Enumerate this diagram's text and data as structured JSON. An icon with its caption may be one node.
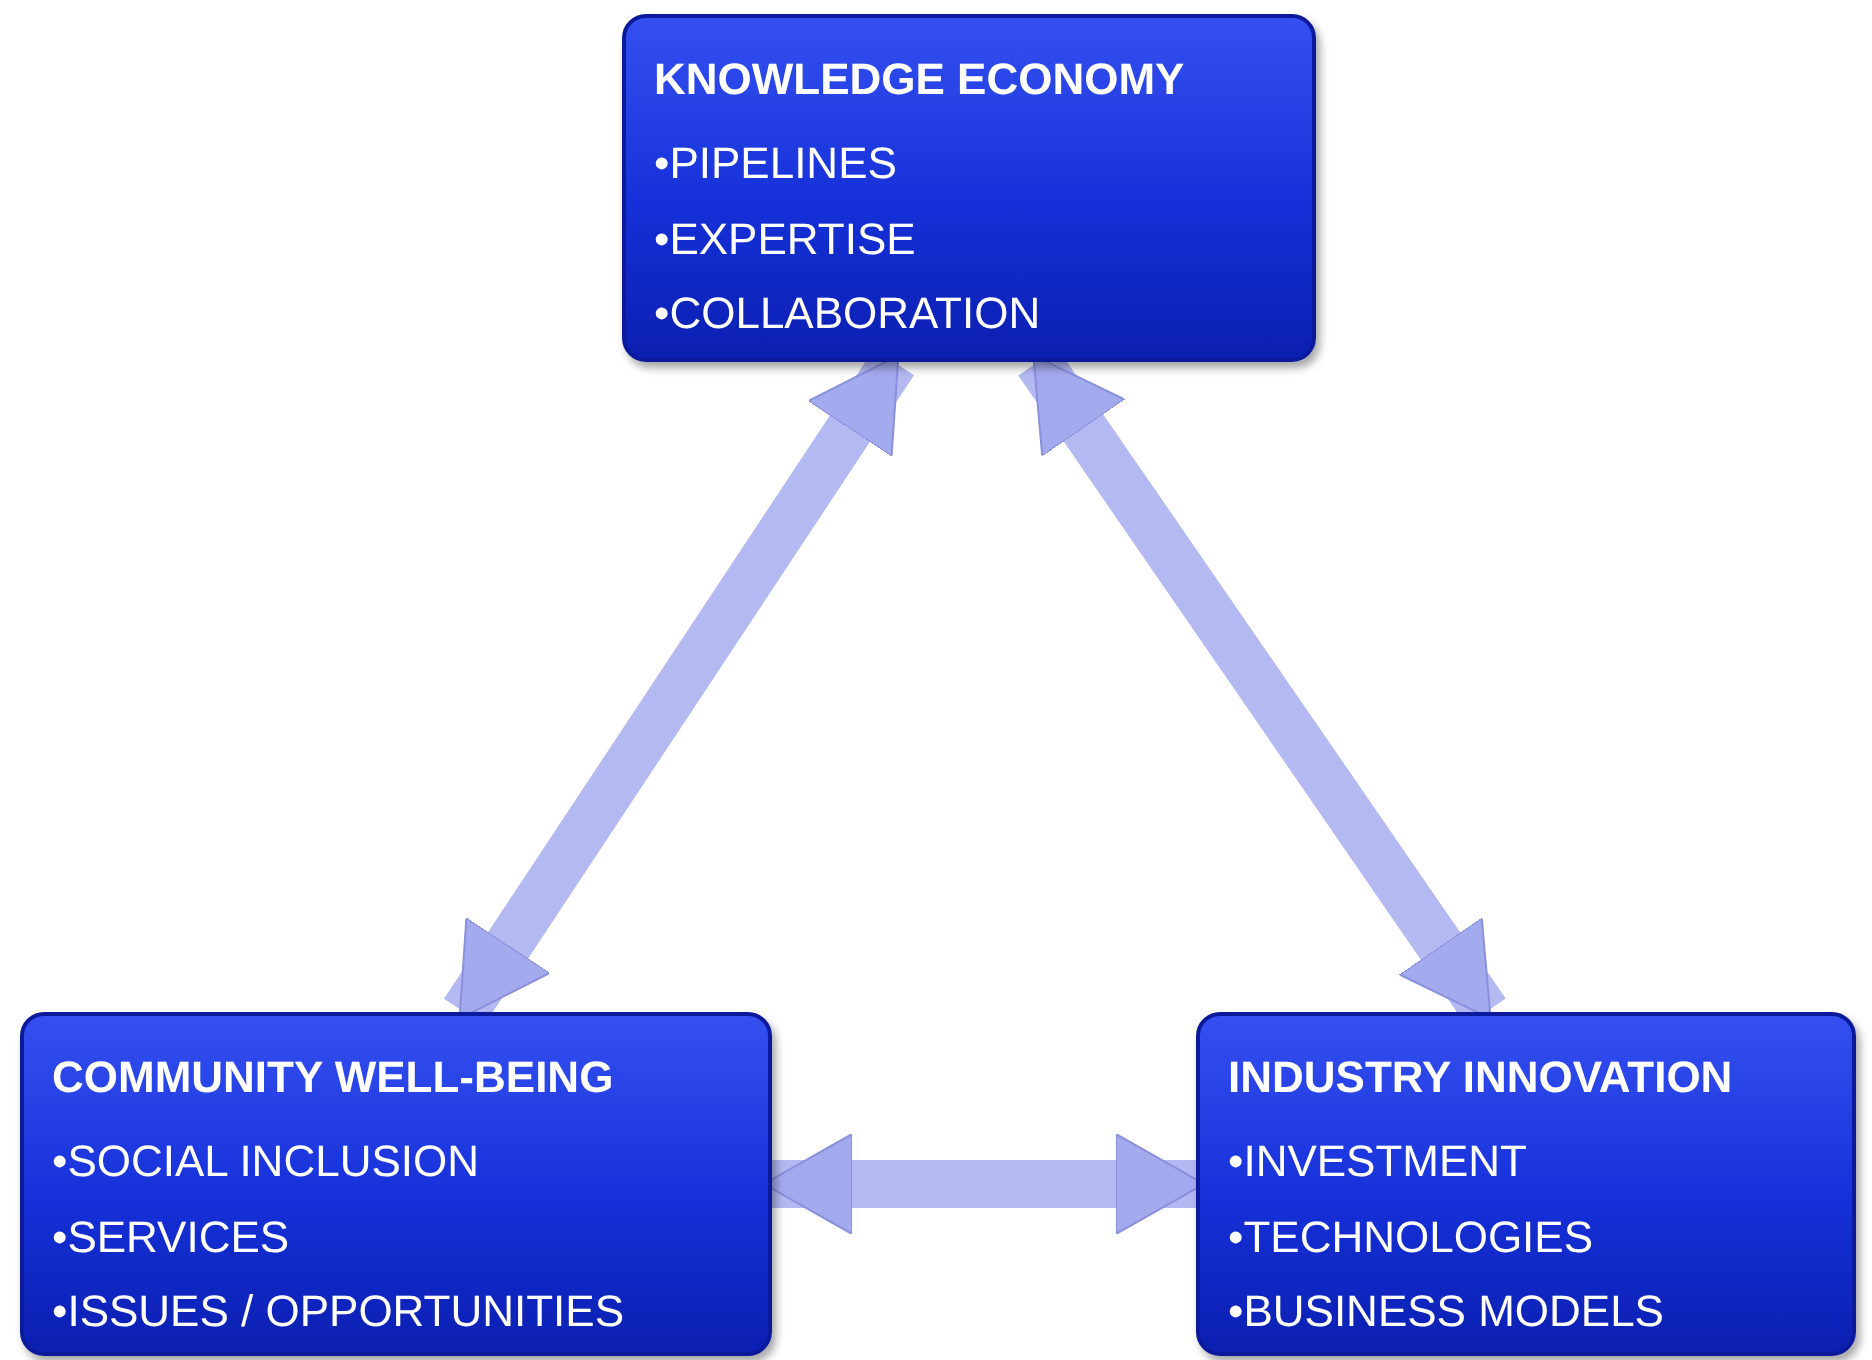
{
  "diagram": {
    "nodes": [
      {
        "text": [
          "KNOWLEDGE ECONOMY",
          "•PIPELINES",
          "•EXPERTISE",
          "•COLLABORATION"
        ]
      },
      {
        "text": [
          "COMMUNITY WELL-BEING",
          "•SOCIAL INCLUSION",
          "•SERVICES",
          "•ISSUES / OPPORTUNITIES"
        ]
      },
      {
        "text": [
          "INDUSTRY INNOVATION",
          "•INVESTMENT",
          "•TECHNOLOGIES",
          "•BUSINESS MODELS"
        ]
      }
    ],
    "edges": [
      {
        "from": 0,
        "to": 1,
        "arrow": "both"
      },
      {
        "from": 0,
        "to": 2,
        "arrow": "both"
      },
      {
        "from": 1,
        "to": 2,
        "arrow": "both"
      }
    ]
  }
}
